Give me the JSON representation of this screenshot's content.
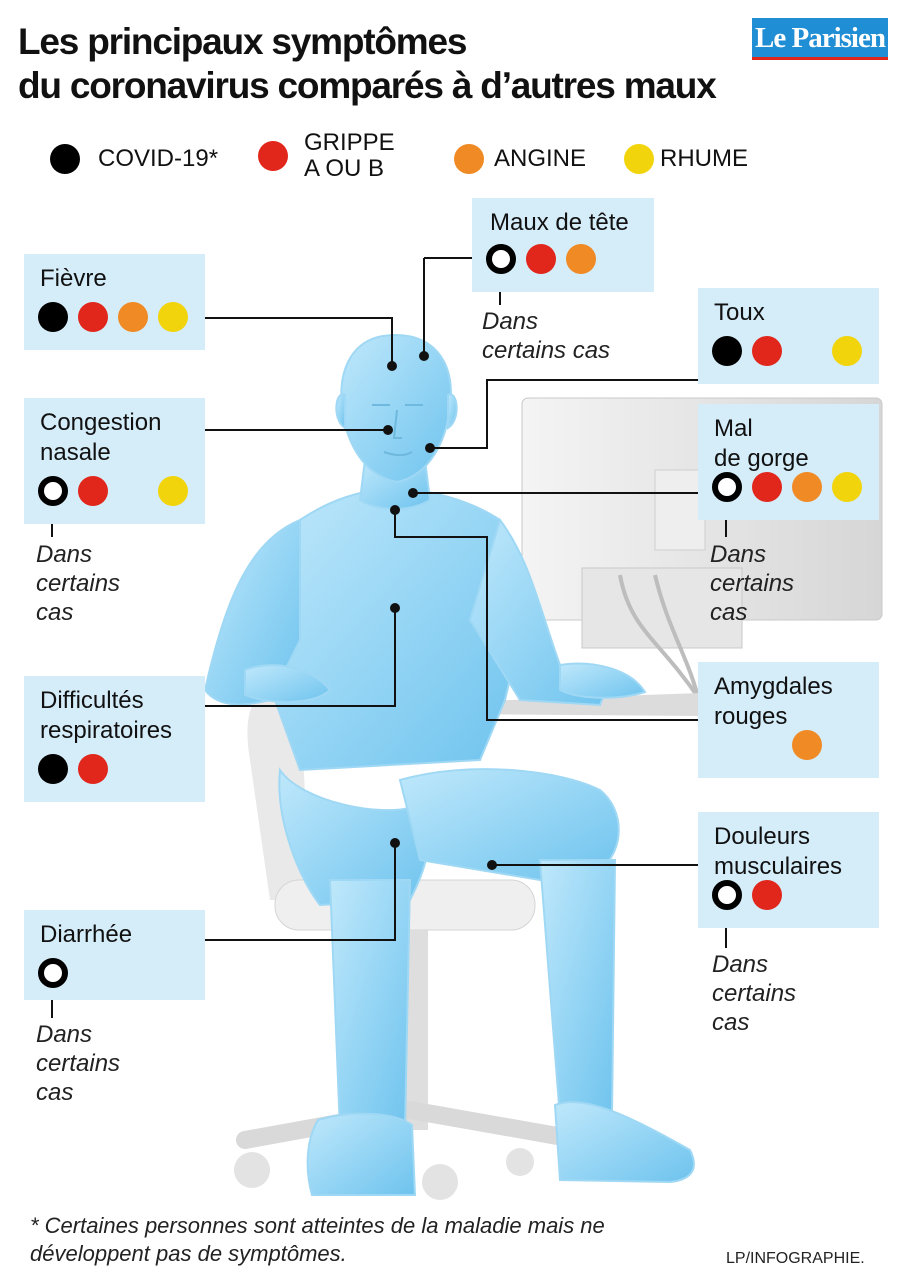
{
  "title_line1": "Les principaux symptômes",
  "title_line2": "du coronavirus comparés à d’autres maux",
  "logo_text": "Le Parisien",
  "colors": {
    "covid": "#000000",
    "grippe": "#e1261c",
    "angine": "#f08a24",
    "rhume": "#f2d40c",
    "box_bg": "#d5ecf9",
    "logo_bg": "#1f8ed4",
    "body_fill": "#8dd3f5"
  },
  "legend": [
    {
      "key": "covid",
      "label": "COVID-19*"
    },
    {
      "key": "grippe",
      "label": "GRIPPE\nA OU B"
    },
    {
      "key": "angine",
      "label": "ANGINE"
    },
    {
      "key": "rhume",
      "label": "RHUME"
    }
  ],
  "symptoms": {
    "maux_de_tete": {
      "label": "Maux de tête",
      "note": "Dans\ncertains cas"
    },
    "fievre": {
      "label": "Fièvre"
    },
    "toux": {
      "label": "Toux"
    },
    "congestion": {
      "label": "Congestion\nnasale",
      "note": "Dans\ncertains\ncas"
    },
    "mal_de_gorge": {
      "label": "Mal\nde gorge",
      "note": "Dans\ncertains\ncas"
    },
    "difficultes": {
      "label": "Difficultés\nrespiratoires"
    },
    "amygdales": {
      "label": "Amygdales\nrouges"
    },
    "douleurs": {
      "label": "Douleurs\nmusculaires",
      "note": "Dans\ncertains\ncas"
    },
    "diarrhee": {
      "label": "Diarrhée",
      "note": "Dans\ncertains\ncas"
    }
  },
  "footnote": "* Certaines personnes sont atteintes de la maladie mais ne développent pas de symptômes.",
  "credit": "LP/INFOGRAPHIE."
}
